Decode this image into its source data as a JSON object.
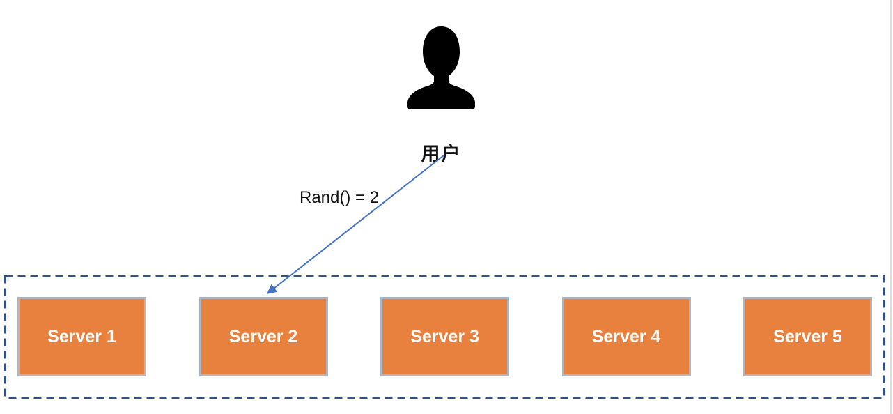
{
  "colors": {
    "arrow": "#4472C4",
    "pool_border": "#34508A",
    "server_fill": "#E8803E",
    "server_border": "#AEB6C4",
    "label_text": "#111111"
  },
  "user": {
    "icon": "person-icon",
    "label": "用户"
  },
  "request_arrow": {
    "label": "Rand() = 2"
  },
  "server_pool": {
    "servers": [
      {
        "label": "Server 1"
      },
      {
        "label": "Server 2"
      },
      {
        "label": "Server 3"
      },
      {
        "label": "Server 4"
      },
      {
        "label": "Server 5"
      }
    ]
  }
}
